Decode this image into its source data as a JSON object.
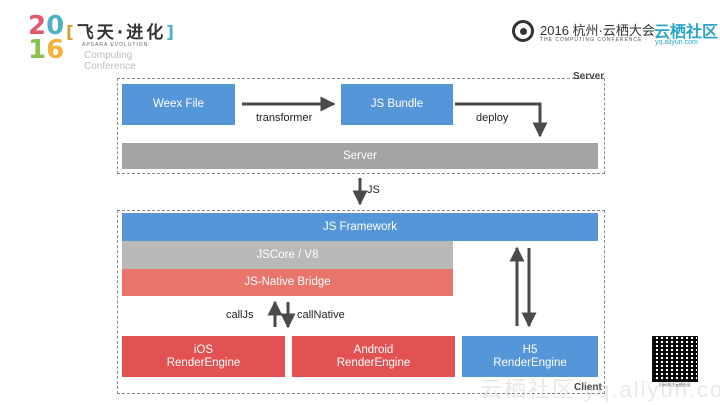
{
  "header": {
    "year_digits": [
      "2",
      "0",
      "1",
      "6"
    ],
    "event_brand": "飞天·进化",
    "event_brand_sub": "APSARA EVOLUTION",
    "computing_text_1": "Computing",
    "computing_text_2": "Conference",
    "conf_title": "2016 杭州·云栖大会",
    "conf_sub": "THE COMPUTING CONFERENCE",
    "community_title": "云栖社区",
    "community_url": "yq.aliyun.com"
  },
  "diagram": {
    "server_region_label": "Server",
    "client_region_label": "Client",
    "weex_file": "Weex File",
    "transformer": "transformer",
    "js_bundle": "JS Bundle",
    "deploy": "deploy",
    "server_bar": "Server",
    "js_transfer": "JS",
    "js_framework": "JS Framework",
    "jscore": "JSCore / V8",
    "native_bridge": "JS-Native Bridge",
    "calljs": "callJs",
    "callnative": "callNative",
    "ios_engine": [
      "iOS",
      "RenderEngine"
    ],
    "android_engine": [
      "Android",
      "RenderEngine"
    ],
    "h5_engine": [
      "H5",
      "RenderEngine"
    ]
  },
  "footer": {
    "watermark": "云栖社区 yq.aliyun.com",
    "qr_caption": "扫码关注云栖社区"
  },
  "colors": {
    "blue": "#5596d8",
    "gray": "#a4a4a4",
    "light_red": "#e8746c",
    "red": "#e25252"
  }
}
